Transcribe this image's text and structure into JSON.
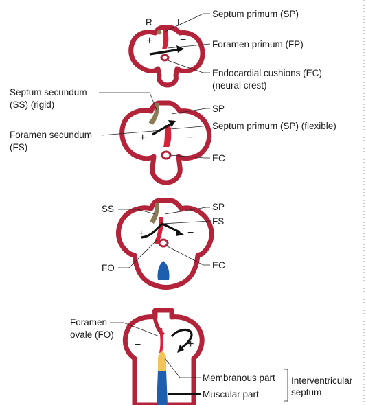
{
  "stage1": {
    "r": "R",
    "l": "L",
    "plus": "+",
    "minus": "−",
    "septum_primum": "Septum primum (SP)",
    "foramen_primum": "Foramen primum (FP)",
    "ec_line1": "Endocardial cushions (EC)",
    "ec_line2": "(neural crest)"
  },
  "stage2": {
    "ss_line1": "Septum secundum",
    "ss_line2": "(SS) (rigid)",
    "sp": "SP",
    "sp_flexible": "Septum primum (SP) (flexible)",
    "fs_line1": "Foramen secundum",
    "fs_line2": "(FS)",
    "plus": "+",
    "minus": "−",
    "ec": "EC"
  },
  "stage3": {
    "ss": "SS",
    "sp": "SP",
    "fs": "FS",
    "plus": "+",
    "minus": "−",
    "fo": "FO",
    "ec": "EC"
  },
  "stage4": {
    "fo_line1": "Foramen",
    "fo_line2": "ovale (FO)",
    "minus": "−",
    "plus": "+",
    "membranous": "Membranous part",
    "muscular": "Muscular part",
    "iv_line1": "Interventricular",
    "iv_line2": "septum"
  },
  "colors": {
    "wall": "#b3243a",
    "septum_primum": "#d6213a",
    "septum_secundum": "#8a7a55",
    "muscular_septum": "#1d5fae",
    "membranous_septum": "#f2c45a"
  }
}
